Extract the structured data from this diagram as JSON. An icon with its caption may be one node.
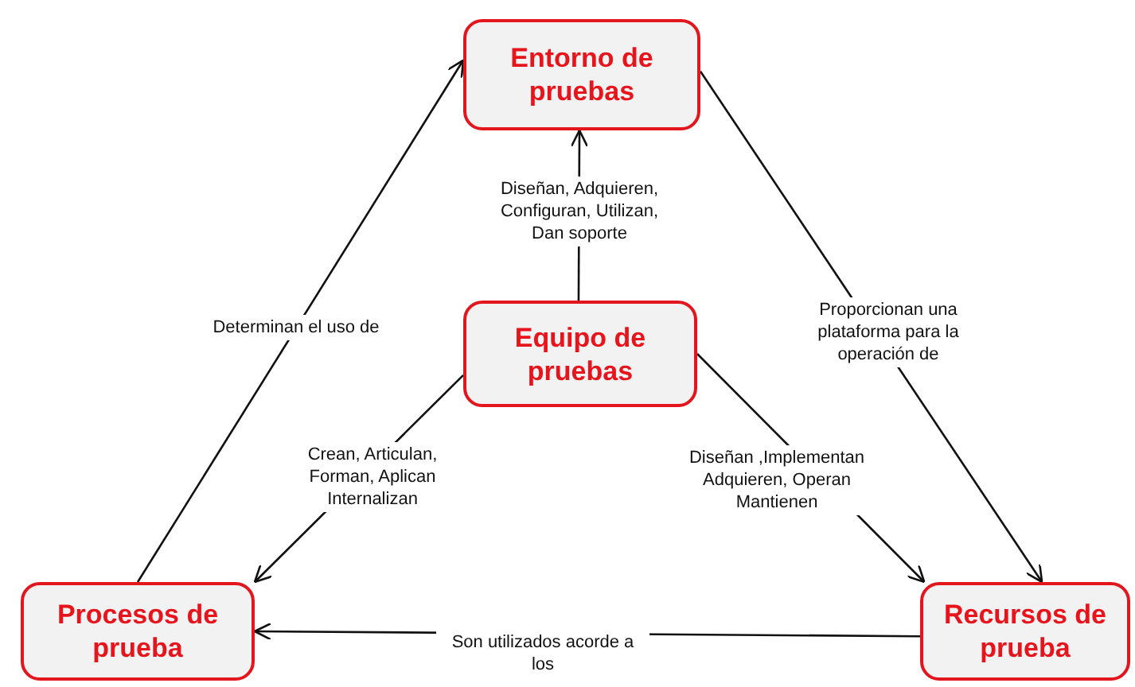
{
  "diagram": {
    "nodes": [
      {
        "text": [
          "Entorno de pruebas"
        ]
      },
      {
        "text": [
          "Equipo de pruebas"
        ]
      },
      {
        "text": [
          "Procesos de prueba"
        ]
      },
      {
        "text": [
          "Recursos de prueba"
        ]
      }
    ],
    "edges": [
      {
        "from": 1,
        "to": 0,
        "arrow": "to",
        "label": "Diseñan, Adquieren, Configuran, Utilizan, Dan soporte"
      },
      {
        "from": 2,
        "to": 0,
        "arrow": "to",
        "label": "Determinan el uso de"
      },
      {
        "from": 0,
        "to": 3,
        "arrow": "to",
        "label": "Proporcionan una plataforma para la operación de"
      },
      {
        "from": 1,
        "to": 2,
        "arrow": "to",
        "label": "Crean, Articulan, Forman, Aplican Internalizan"
      },
      {
        "from": 1,
        "to": 3,
        "arrow": "to",
        "label": "Diseñan ,Implementan Adquieren, Operan Mantienen"
      },
      {
        "from": 3,
        "to": 2,
        "arrow": "to",
        "label": "Son utilizados acorde a los"
      }
    ]
  }
}
